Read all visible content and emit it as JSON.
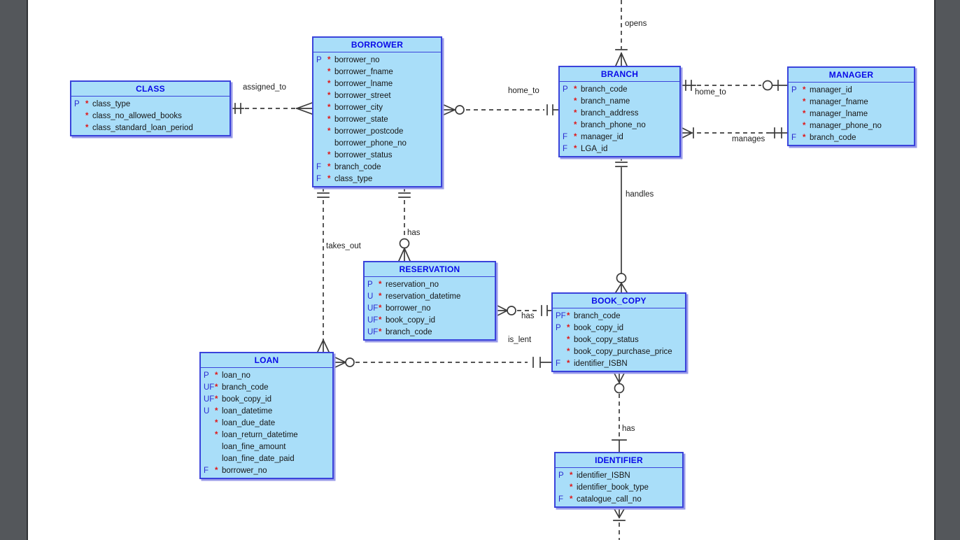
{
  "diagram": {
    "tool_style": "er-diagram",
    "canvas_bg": "#ffffff",
    "gutter_color": "#54575b",
    "entity_fill": "#a9def9",
    "entity_border": "#3a43db",
    "title_color": "#0a0ae8",
    "key_color": "#2b2bd0",
    "star_color": "#e01616",
    "text_color": "#161616",
    "line_color": "#3c3c3c"
  },
  "entities": [
    {
      "title": "CLASS",
      "rows": [
        {
          "k": "P",
          "s": "*",
          "n": "class_type"
        },
        {
          "k": "",
          "s": "*",
          "n": "class_no_allowed_books"
        },
        {
          "k": "",
          "s": "*",
          "n": "class_standard_loan_period"
        }
      ]
    },
    {
      "title": "BORROWER",
      "rows": [
        {
          "k": "P",
          "s": "*",
          "n": "borrower_no"
        },
        {
          "k": "",
          "s": "*",
          "n": "borrower_fname"
        },
        {
          "k": "",
          "s": "*",
          "n": "borrower_lname"
        },
        {
          "k": "",
          "s": "*",
          "n": "borrower_street"
        },
        {
          "k": "",
          "s": "*",
          "n": "borrower_city"
        },
        {
          "k": "",
          "s": "*",
          "n": "borrower_state"
        },
        {
          "k": "",
          "s": "*",
          "n": "borrower_postcode"
        },
        {
          "k": "",
          "s": "",
          "n": "borrower_phone_no"
        },
        {
          "k": "",
          "s": "*",
          "n": "borrower_status"
        },
        {
          "k": "F",
          "s": "*",
          "n": "branch_code"
        },
        {
          "k": "F",
          "s": "*",
          "n": "class_type"
        }
      ]
    },
    {
      "title": "BRANCH",
      "rows": [
        {
          "k": "P",
          "s": "*",
          "n": "branch_code"
        },
        {
          "k": "",
          "s": "*",
          "n": "branch_name"
        },
        {
          "k": "",
          "s": "*",
          "n": "branch_address"
        },
        {
          "k": "",
          "s": "*",
          "n": "branch_phone_no"
        },
        {
          "k": "F",
          "s": "*",
          "n": "manager_id"
        },
        {
          "k": "F",
          "s": "*",
          "n": "LGA_id"
        }
      ]
    },
    {
      "title": "MANAGER",
      "rows": [
        {
          "k": "P",
          "s": "*",
          "n": "manager_id"
        },
        {
          "k": "",
          "s": "*",
          "n": "manager_fname"
        },
        {
          "k": "",
          "s": "*",
          "n": "manager_lname"
        },
        {
          "k": "",
          "s": "*",
          "n": "manager_phone_no"
        },
        {
          "k": "F",
          "s": "*",
          "n": "branch_code"
        }
      ]
    },
    {
      "title": "RESERVATION",
      "rows": [
        {
          "k": "P",
          "s": "*",
          "n": "reservation_no"
        },
        {
          "k": "U",
          "s": "*",
          "n": "reservation_datetime"
        },
        {
          "k": "UF",
          "s": "*",
          "n": "borrower_no"
        },
        {
          "k": "UF",
          "s": "*",
          "n": "book_copy_id"
        },
        {
          "k": "UF",
          "s": "*",
          "n": "branch_code"
        }
      ]
    },
    {
      "title": "BOOK_COPY",
      "rows": [
        {
          "k": "PF",
          "s": "*",
          "n": "branch_code"
        },
        {
          "k": "P",
          "s": "*",
          "n": "book_copy_id"
        },
        {
          "k": "",
          "s": "*",
          "n": "book_copy_status"
        },
        {
          "k": "",
          "s": "*",
          "n": "book_copy_purchase_price"
        },
        {
          "k": "F",
          "s": "*",
          "n": "identifier_ISBN"
        }
      ]
    },
    {
      "title": "LOAN",
      "rows": [
        {
          "k": "P",
          "s": "*",
          "n": "loan_no"
        },
        {
          "k": "UF",
          "s": "*",
          "n": "branch_code"
        },
        {
          "k": "UF",
          "s": "*",
          "n": "book_copy_id"
        },
        {
          "k": "U",
          "s": "*",
          "n": "loan_datetime"
        },
        {
          "k": "",
          "s": "*",
          "n": "loan_due_date"
        },
        {
          "k": "",
          "s": "*",
          "n": "loan_return_datetime"
        },
        {
          "k": "",
          "s": "",
          "n": "loan_fine_amount"
        },
        {
          "k": "",
          "s": "",
          "n": "loan_fine_date_paid"
        },
        {
          "k": "F",
          "s": "*",
          "n": "borrower_no"
        }
      ]
    },
    {
      "title": "IDENTIFIER",
      "rows": [
        {
          "k": "P",
          "s": "*",
          "n": "identifier_ISBN"
        },
        {
          "k": "",
          "s": "*",
          "n": "identifier_book_type"
        },
        {
          "k": "F",
          "s": "*",
          "n": "catalogue_call_no"
        }
      ]
    }
  ],
  "relationships": [
    {
      "label": "opens",
      "from": "off-canvas-top",
      "to": "BRANCH",
      "from_end": "",
      "to_end": "crow-foot-bar",
      "line": "dashed"
    },
    {
      "label": "assigned_to",
      "from": "CLASS",
      "to": "BORROWER",
      "from_end": "double-bar",
      "to_end": "crow-foot",
      "line": "dashed"
    },
    {
      "label": "home_to",
      "from": "BORROWER",
      "to": "BRANCH",
      "from_end": "crow-foot-circle",
      "to_end": "double-bar",
      "line": "dashed"
    },
    {
      "label": "home_to",
      "from": "BRANCH",
      "to": "MANAGER",
      "from_end": "double-bar",
      "to_end": "circle-bar",
      "line": "dashed"
    },
    {
      "label": "manages",
      "from": "BRANCH",
      "to": "MANAGER",
      "from_end": "crow-foot-bar",
      "to_end": "double-bar",
      "line": "dashed"
    },
    {
      "label": "takes_out",
      "from": "BORROWER",
      "to": "LOAN",
      "from_end": "double-bar",
      "to_end": "crow-foot",
      "line": "dashed"
    },
    {
      "label": "has",
      "from": "BORROWER",
      "to": "RESERVATION",
      "from_end": "double-bar",
      "to_end": "circle-crow-foot",
      "line": "dashed"
    },
    {
      "label": "has",
      "from": "RESERVATION",
      "to": "BOOK_COPY",
      "from_end": "crow-foot-circle",
      "to_end": "double-bar",
      "line": "dashed"
    },
    {
      "label": "is_lent",
      "from": "LOAN",
      "to": "BOOK_COPY",
      "from_end": "crow-foot-circle",
      "to_end": "double-bar",
      "line": "dashed"
    },
    {
      "label": "handles",
      "from": "BRANCH",
      "to": "BOOK_COPY",
      "from_end": "double-bar",
      "to_end": "circle-crow-foot",
      "line": "solid"
    },
    {
      "label": "has",
      "from": "BOOK_COPY",
      "to": "IDENTIFIER",
      "from_end": "crow-foot-circle",
      "to_end": "bar",
      "line": "dashed"
    },
    {
      "label": "",
      "from": "IDENTIFIER",
      "to": "off-canvas-bottom",
      "from_end": "crow-foot-bar",
      "to_end": "",
      "line": "dashed"
    }
  ]
}
